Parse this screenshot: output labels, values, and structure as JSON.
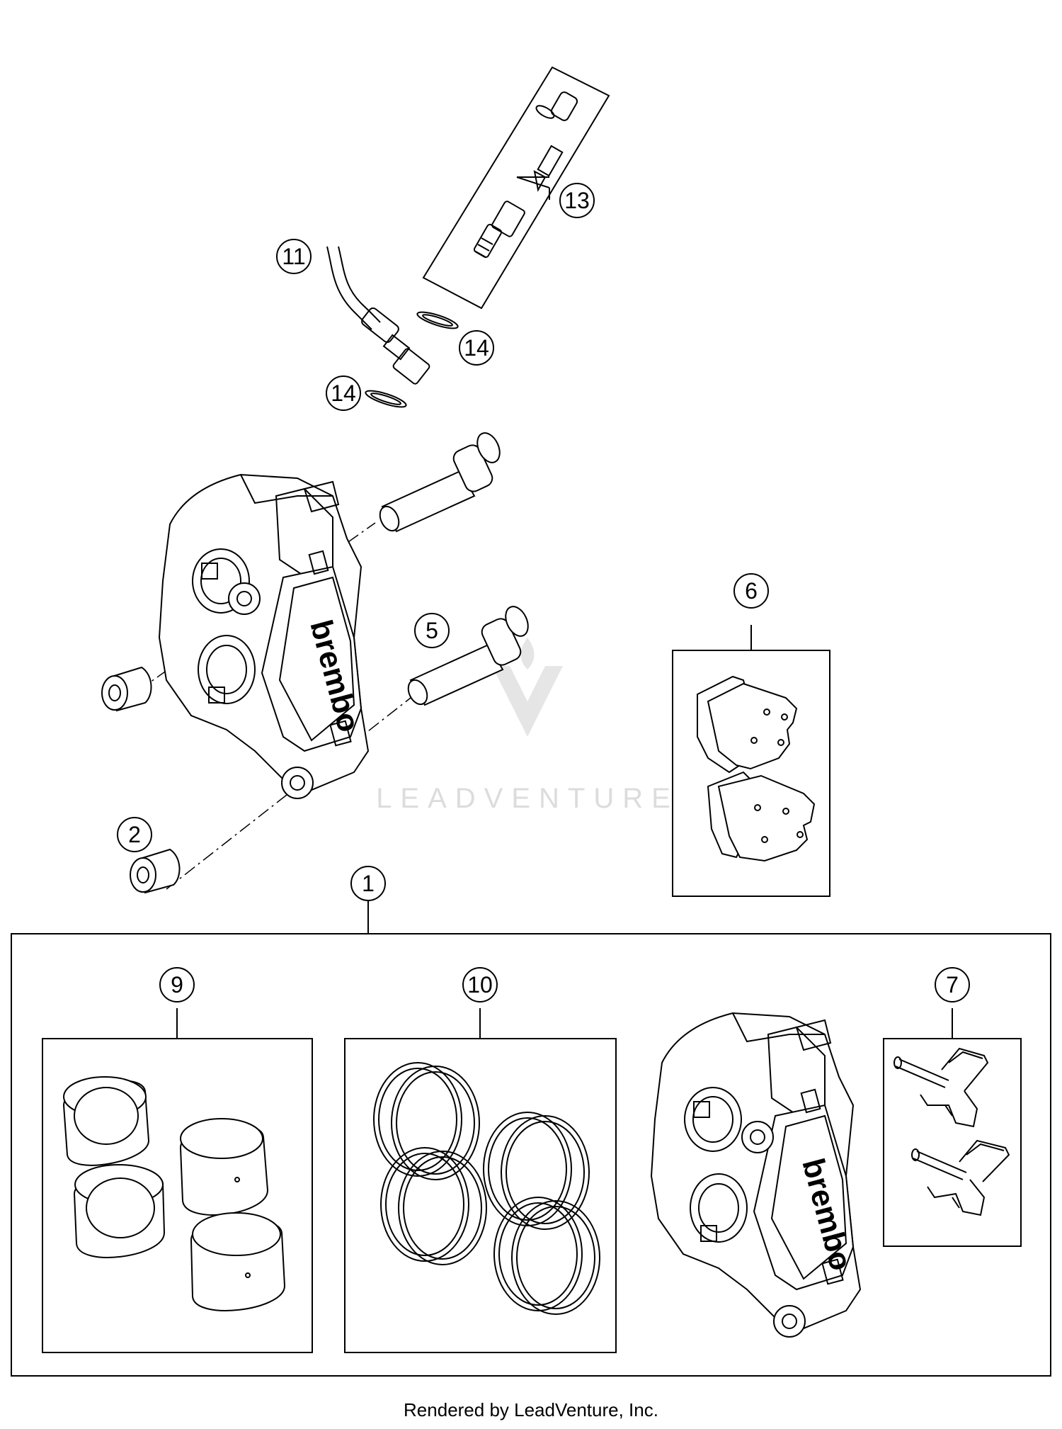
{
  "callouts": {
    "c1": "1",
    "c2": "2",
    "c5": "5",
    "c6": "6",
    "c7": "7",
    "c9": "9",
    "c10": "10",
    "c11": "11",
    "c13": "13",
    "c14a": "14",
    "c14b": "14"
  },
  "brand_marking": "brembo",
  "watermark": "LEADVENTURE",
  "footer": "Rendered by LeadVenture, Inc.",
  "colors": {
    "line": "#000000",
    "watermark": "#d9d9d9",
    "background": "#ffffff"
  }
}
